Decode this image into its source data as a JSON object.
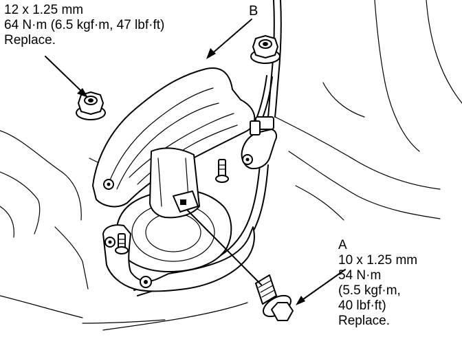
{
  "nut_callout": {
    "size": "12 x 1.25 mm",
    "torque": "64 N·m (6.5 kgf·m, 47 lbf·ft)",
    "note": "Replace."
  },
  "bracket_callout": {
    "label": "B"
  },
  "bolt_callout": {
    "label": "A",
    "size": "10 x 1.25 mm",
    "torque_nm": "54 N·m",
    "torque_kgf": "(5.5 kgf·m,",
    "torque_lbf": "40 lbf·ft)",
    "note": "Replace."
  }
}
